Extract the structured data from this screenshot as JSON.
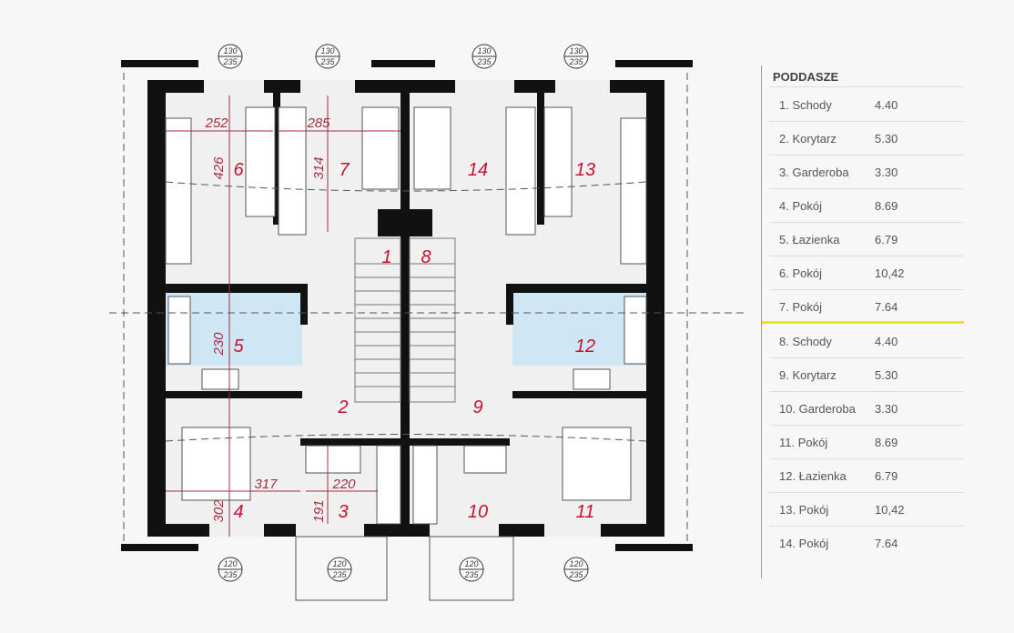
{
  "plan": {
    "room_numbers": [
      "1",
      "2",
      "3",
      "4",
      "5",
      "6",
      "7",
      "8",
      "9",
      "10",
      "11",
      "12",
      "13",
      "14"
    ],
    "dimensions": {
      "d252": "252",
      "d285": "285",
      "d426": "426",
      "d314": "314",
      "d230": "230",
      "d317": "317",
      "d220": "220",
      "d302": "302",
      "d191": "191"
    },
    "windows_top": [
      {
        "top": "130",
        "bottom": "235"
      },
      {
        "top": "130",
        "bottom": "235"
      },
      {
        "top": "130",
        "bottom": "235"
      },
      {
        "top": "130",
        "bottom": "235"
      }
    ],
    "windows_bottom": [
      {
        "top": "120",
        "bottom": "235"
      },
      {
        "top": "120",
        "bottom": "235"
      },
      {
        "top": "120",
        "bottom": "235"
      },
      {
        "top": "120",
        "bottom": "235"
      }
    ],
    "colors": {
      "wall": "#111111",
      "bathroom": "#cfe6f5",
      "room_label": "#c8102e",
      "separator": "#f0e320"
    }
  },
  "table": {
    "title": "PODDASZE",
    "rows": [
      {
        "name": "1. Schody",
        "area": "4.40"
      },
      {
        "name": "2. Korytarz",
        "area": "5.30"
      },
      {
        "name": "3. Garderoba",
        "area": "3.30"
      },
      {
        "name": "4. Pokój",
        "area": "8.69"
      },
      {
        "name": "5. Łazienka",
        "area": "6.79"
      },
      {
        "name": "6. Pokój",
        "area": "10,42"
      },
      {
        "name": "7. Pokój",
        "area": "7.64"
      },
      {
        "name": "8. Schody",
        "area": "4.40"
      },
      {
        "name": "9. Korytarz",
        "area": "5.30"
      },
      {
        "name": "10. Garderoba",
        "area": "3.30"
      },
      {
        "name": "11. Pokój",
        "area": "8.69"
      },
      {
        "name": "12. Łazienka",
        "area": "6.79"
      },
      {
        "name": "13. Pokój",
        "area": "10,42"
      },
      {
        "name": "14. Pokój",
        "area": "7.64"
      }
    ]
  }
}
